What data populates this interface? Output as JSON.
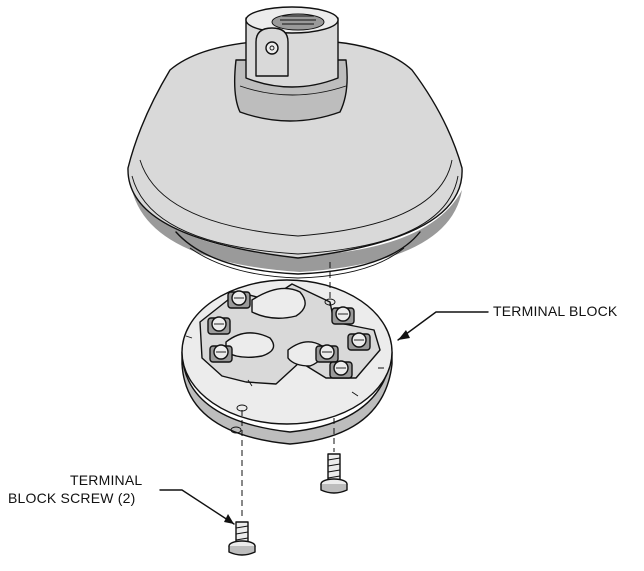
{
  "callouts": {
    "terminal_block": "TERMINAL BLOCK",
    "terminal_block_screw_line1": "TERMINAL",
    "terminal_block_screw_line2": "BLOCK SCREW (2)"
  },
  "icons": [
    "sensor-housing-icon",
    "terminal-block-icon",
    "screw-icon"
  ],
  "colors": {
    "ink": "#111111",
    "housing_fill": "#d9d9d9",
    "shadow_fill": "#9a9a9a"
  }
}
